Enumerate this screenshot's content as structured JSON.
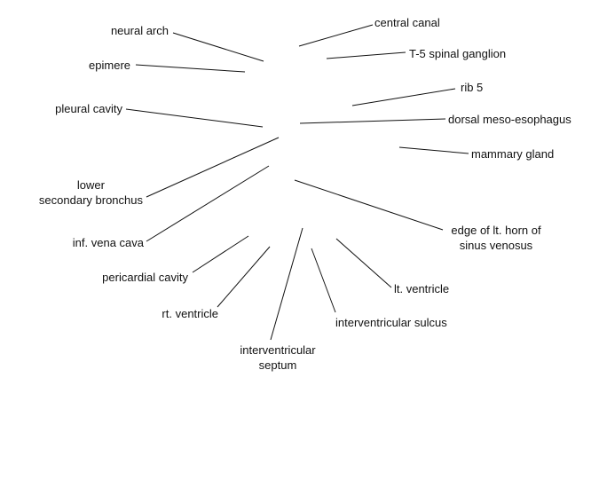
{
  "diagram": {
    "labels": {
      "neural_arch": "neural arch",
      "epimere": "epimere",
      "pleural_cavity": "pleural cavity",
      "lower_secondary_bronchus": [
        "lower",
        "secondary bronchus"
      ],
      "inf_vena_cava": "inf. vena cava",
      "pericardial_cavity": "pericardial cavity",
      "rt_ventricle": "rt. ventricle",
      "interventricular_septum": [
        "interventricular",
        "septum"
      ],
      "interventricular_sulcus": "interventricular sulcus",
      "lt_ventricle": "lt. ventricle",
      "edge_of_lt_horn": [
        "edge of lt. horn of",
        "sinus venosus"
      ],
      "mammary_gland": "mammary gland",
      "dorsal_meso_esophagus": "dorsal meso-esophagus",
      "rib_5": "rib 5",
      "t5_spinal_ganglion": "T-5 spinal ganglion",
      "central_canal": "central canal"
    },
    "colors": {
      "line": "#111111",
      "text": "#111111",
      "background": "#ffffff"
    }
  }
}
